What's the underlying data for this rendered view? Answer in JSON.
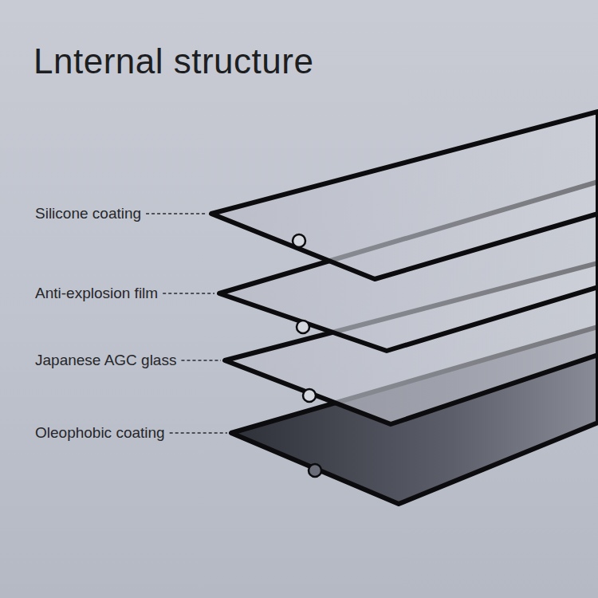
{
  "diagram": {
    "title": "Lnternal structure",
    "labels": [
      "Silicone coating",
      "Anti-explosion film",
      "Japanese AGC glass",
      "Oleophobic coating"
    ]
  }
}
